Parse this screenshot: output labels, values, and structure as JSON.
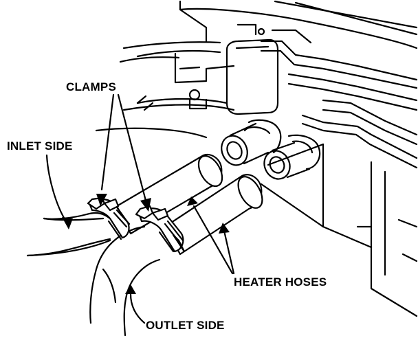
{
  "labels": {
    "clamps": "CLAMPS",
    "inlet_side": "INLET SIDE",
    "heater_hoses": "HEATER HOSES",
    "outlet_side": "OUTLET SIDE"
  },
  "colors": {
    "ink": "#000000",
    "paper": "#ffffff"
  }
}
